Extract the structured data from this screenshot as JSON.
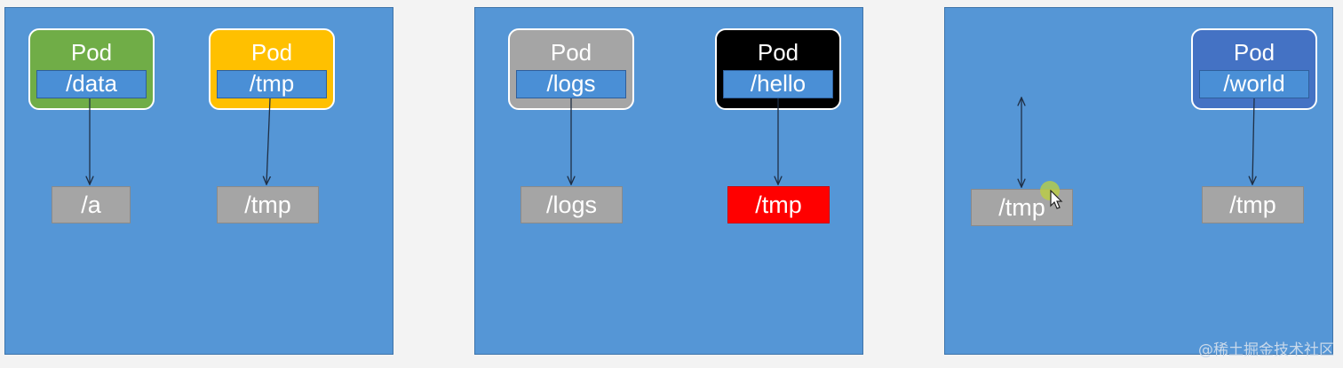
{
  "panels": [
    {
      "pods": [
        {
          "title": "Pod",
          "mount": "/data",
          "color": "#70ad47"
        },
        {
          "title": "Pod",
          "mount": "/tmp",
          "color": "#ffc000"
        }
      ],
      "hosts": [
        {
          "label": "/a",
          "color": "#a5a5a5"
        },
        {
          "label": "/tmp",
          "color": "#a5a5a5"
        }
      ]
    },
    {
      "pods": [
        {
          "title": "Pod",
          "mount": "/logs",
          "color": "#a5a5a5"
        },
        {
          "title": "Pod",
          "mount": "/hello",
          "color": "#000000"
        }
      ],
      "hosts": [
        {
          "label": "/logs",
          "color": "#a5a5a5"
        },
        {
          "label": "/tmp",
          "color": "#ff0000"
        }
      ]
    },
    {
      "pods": [
        {
          "title": "Pod",
          "mount": "/world",
          "color": "#4472c4"
        }
      ],
      "hosts": [
        {
          "label": "/tmp",
          "color": "#a5a5a5"
        },
        {
          "label": "/tmp",
          "color": "#a5a5a5"
        }
      ]
    }
  ],
  "watermark": "@稀土掘金技术社区",
  "colors": {
    "panel_bg": "#5596d6",
    "mount_bg": "#4a8fd6",
    "highlight": "#ff0000"
  }
}
